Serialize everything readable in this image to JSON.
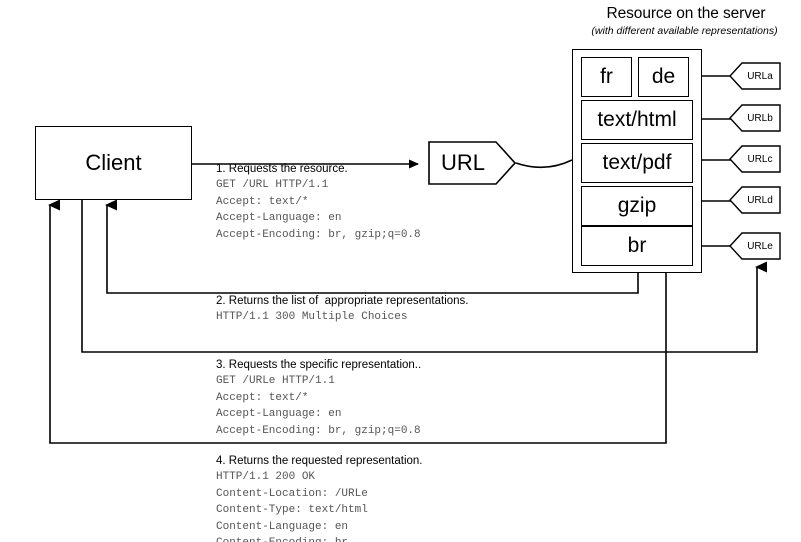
{
  "server": {
    "title": "Resource on the server",
    "subtitle": "(with different available representations)",
    "representations": [
      {
        "id": "fr",
        "label": "fr"
      },
      {
        "id": "de",
        "label": "de"
      },
      {
        "id": "text-html",
        "label": "text/html"
      },
      {
        "id": "text-pdf",
        "label": "text/pdf"
      },
      {
        "id": "gzip",
        "label": "gzip"
      },
      {
        "id": "br",
        "label": "br"
      }
    ],
    "url_tags": [
      {
        "id": "urla",
        "label": "URLa"
      },
      {
        "id": "urlb",
        "label": "URLb"
      },
      {
        "id": "urlc",
        "label": "URLc"
      },
      {
        "id": "urld",
        "label": "URLd"
      },
      {
        "id": "urle",
        "label": "URLe"
      }
    ]
  },
  "client": {
    "label": "Client"
  },
  "url_node": {
    "label": "URL"
  },
  "messages": [
    {
      "id": "step-1",
      "title": "1. Requests the resource.",
      "body": "GET /URL HTTP/1.1\nAccept: text/*\nAccept-Language: en\nAccept-Encoding: br, gzip;q=0.8"
    },
    {
      "id": "step-2",
      "title": "2. Returns the list of  appropriate representations.",
      "body": "HTTP/1.1 300 Multiple Choices"
    },
    {
      "id": "step-3",
      "title": "3. Requests the specific representation..",
      "body": "GET /URLe HTTP/1.1\nAccept: text/*\nAccept-Language: en\nAccept-Encoding: br, gzip;q=0.8"
    },
    {
      "id": "step-4",
      "title": "4. Returns the requested representation.",
      "body": "HTTP/1.1 200 OK\nContent-Location: /URLe\nContent-Type: text/html\nContent-Language: en\nContent-Encoding: br"
    }
  ],
  "colors": {
    "stroke": "#000000",
    "background": "#ffffff",
    "body_text": "#555555"
  }
}
